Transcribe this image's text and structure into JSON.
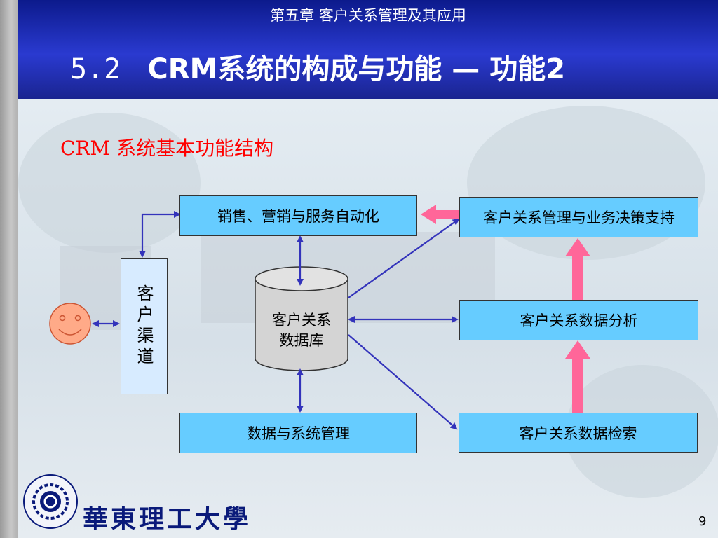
{
  "header": {
    "chapter": "第五章  客户关系管理及其应用",
    "section_number": "5.2",
    "section_title": "CRM系统的构成与功能 — 功能2"
  },
  "subtitle": "CRM 系统基本功能结构",
  "diagram": {
    "nodes": {
      "sales": "销售、营销与服务自动化",
      "decision": "客户关系管理与业务决策支持",
      "channel": "客户渠道",
      "database": [
        "客户关系",
        "数据库"
      ],
      "analysis": "客户关系数据分析",
      "system": "数据与系统管理",
      "retrieval": "客户关系数据检索"
    },
    "colors": {
      "box_fill": "#66ccff",
      "arrow": "#3333bb",
      "big_arrow": "#ff6699"
    }
  },
  "footer": {
    "university": "華東理工大學",
    "page_number": "9"
  }
}
